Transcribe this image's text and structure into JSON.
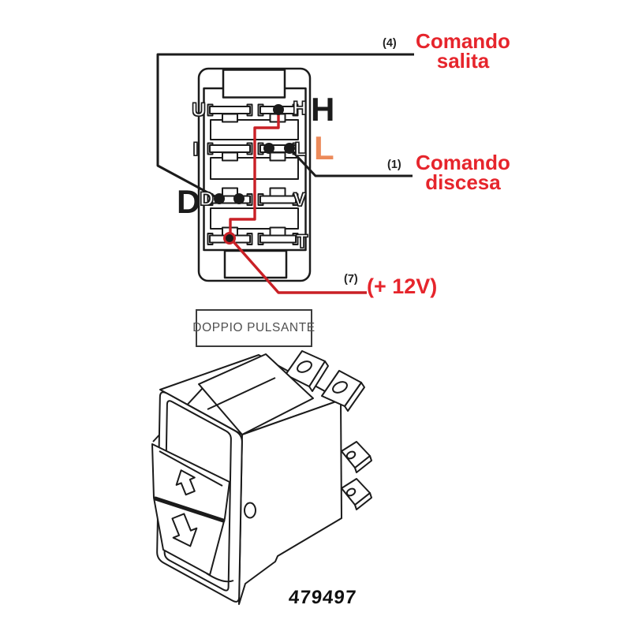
{
  "colors": {
    "ink": "#1b1b1b",
    "red_text": "#e6252c",
    "red_wire": "#c92026",
    "orange": "#ec8a5a",
    "gray_text": "#4f4f4f"
  },
  "schematic": {
    "terminal_letters": {
      "u": "U",
      "h": "H",
      "i": "I",
      "l": "L",
      "d": "D",
      "v": "V",
      "t": "T"
    },
    "big_labels": {
      "h": "H",
      "l": "L",
      "d": "D"
    },
    "callouts": {
      "salita": {
        "pin": "(4)",
        "line1": "Comando",
        "line2": "salita"
      },
      "discesa": {
        "pin": "(1)",
        "line1": "Comando",
        "line2": "discesa"
      },
      "power": {
        "pin": "(7)",
        "label": "(+ 12V)"
      }
    }
  },
  "switch": {
    "box_label": "DOPPIO PULSANTE",
    "part_number": "479497",
    "icons": {
      "up": "up-arrow",
      "down": "down-arrow"
    }
  }
}
